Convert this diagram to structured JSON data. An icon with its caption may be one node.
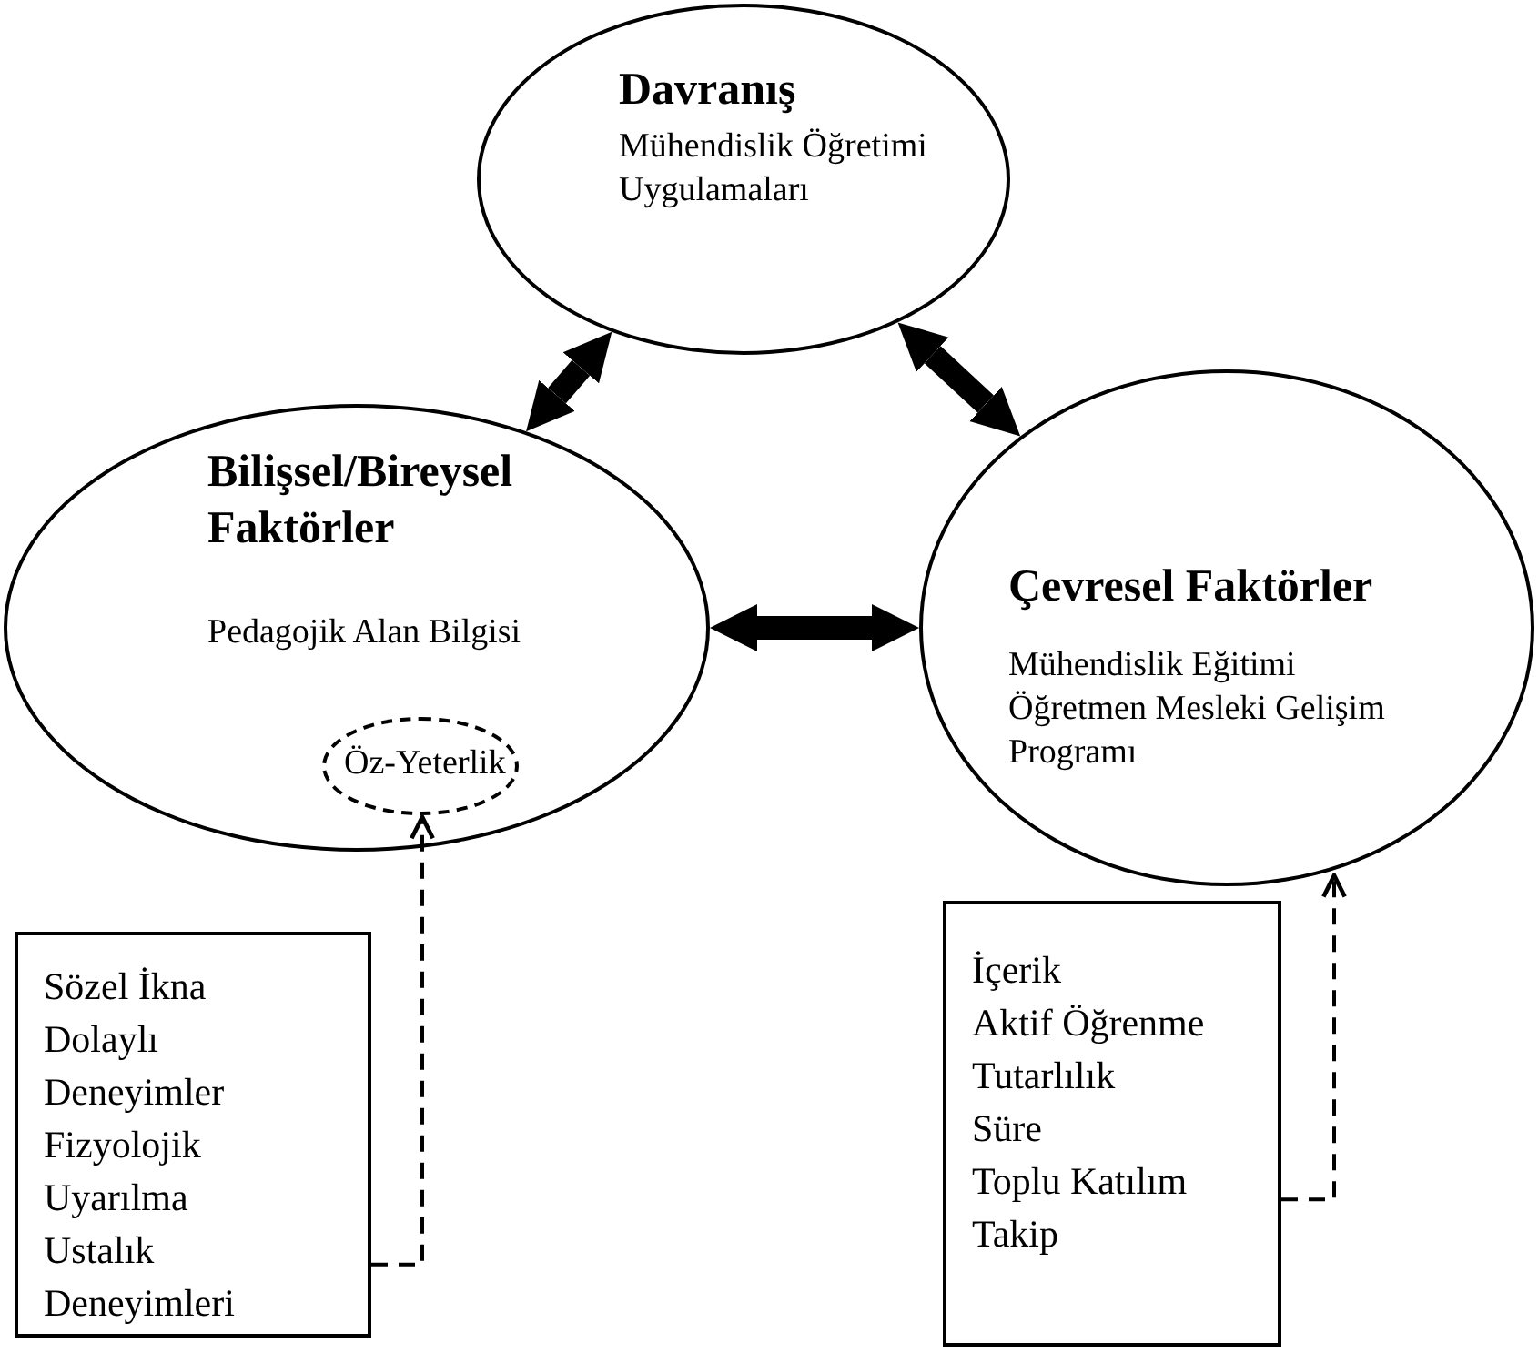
{
  "diagram": {
    "nodes": [
      {
        "text": [
          "Davranış",
          "Mühendislik Öğretimi Uygulamaları"
        ]
      },
      {
        "text": [
          "Bilişsel/Bireysel Faktörler",
          "Pedagojik Alan Bilgisi"
        ]
      },
      {
        "text": [
          "Öz-Yeterlik"
        ],
        "in": 1
      },
      {
        "text": [
          "Çevresel Faktörler",
          "Mühendislik Eğitimi Öğretmen Mesleki Gelişim Programı"
        ]
      },
      {
        "text": [
          "Sözel İkna",
          "Dolaylı Deneyimler",
          "Fizyolojik Uyarılma",
          "Ustalık Deneyimleri"
        ]
      },
      {
        "text": [
          "İçerik",
          "Aktif Öğrenme",
          "Tutarlılık",
          "Süre",
          "Toplu Katılım",
          "Takip"
        ]
      }
    ],
    "edges": [
      {
        "from": 1,
        "to": 0,
        "arrow": "both"
      },
      {
        "from": 0,
        "to": 3,
        "arrow": "both"
      },
      {
        "from": 1,
        "to": 3,
        "arrow": "both"
      },
      {
        "from": 4,
        "to": 2,
        "arrow": "to",
        "style": "dashed"
      },
      {
        "from": 5,
        "to": 3,
        "arrow": "to",
        "style": "dashed"
      }
    ]
  }
}
